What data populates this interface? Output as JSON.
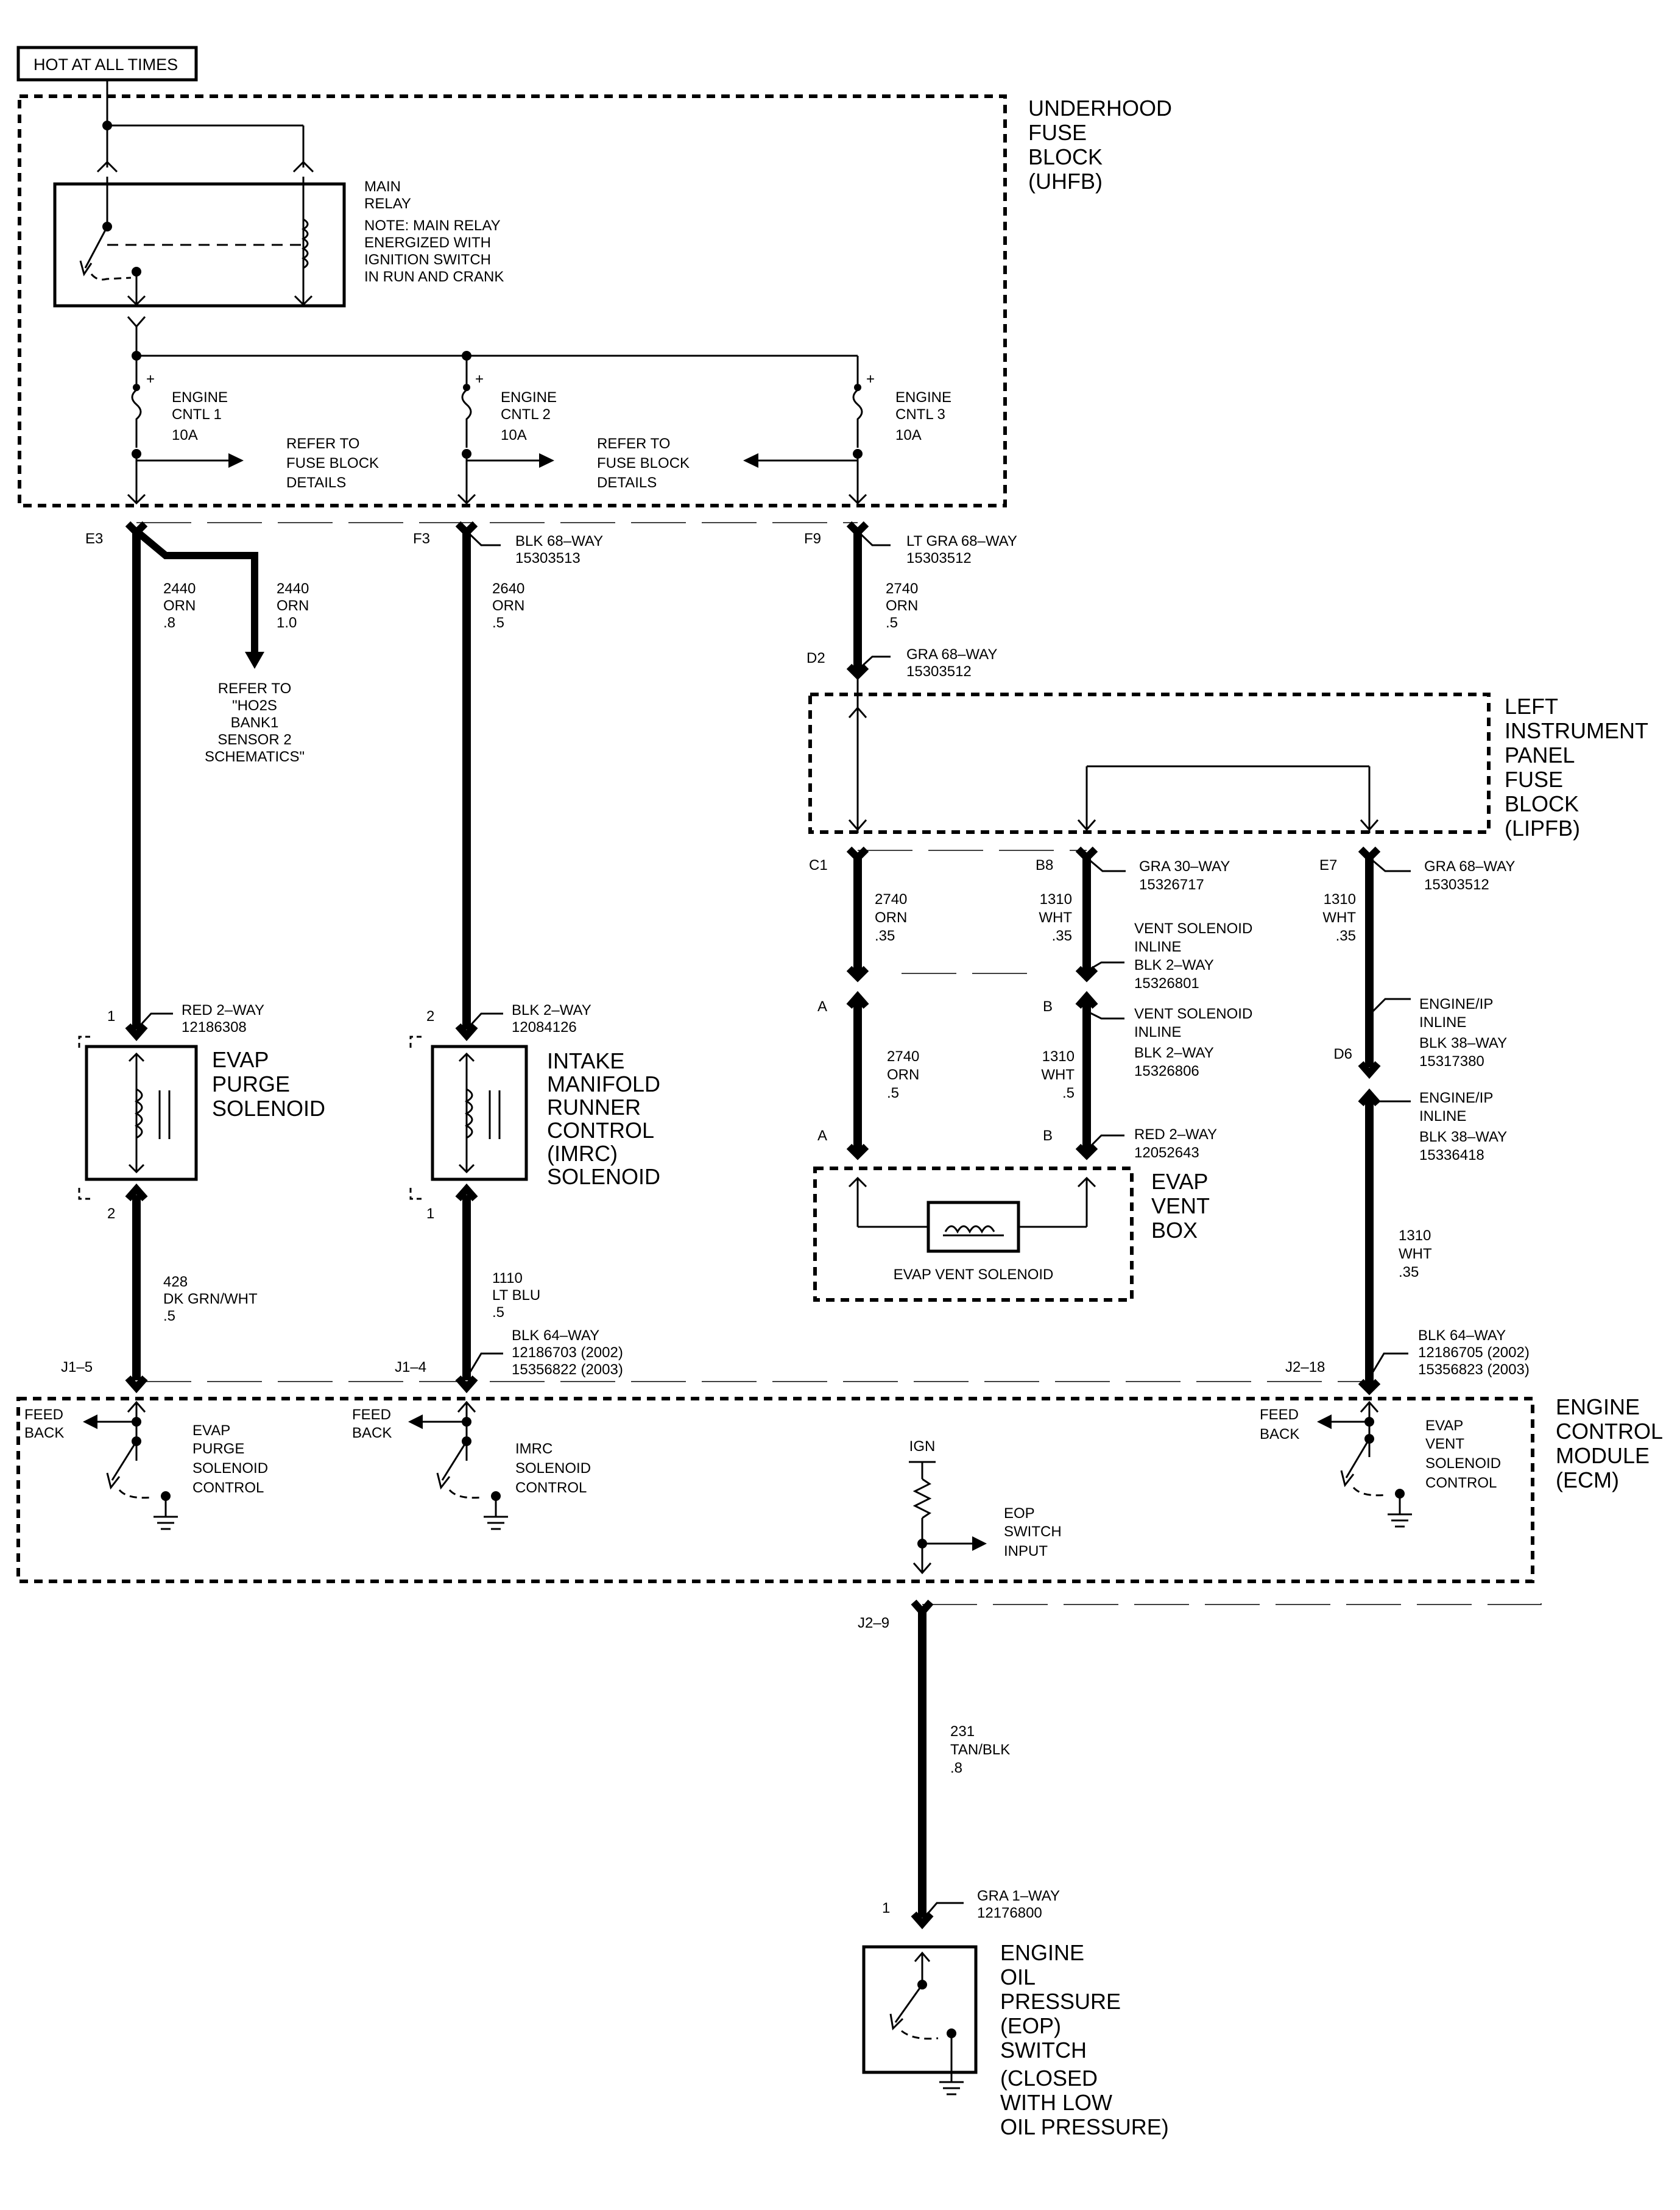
{
  "header": {
    "hot_label": "HOT AT ALL TIMES"
  },
  "uhfb": {
    "title": [
      "UNDERHOOD",
      "FUSE",
      "BLOCK",
      "(UHFB)"
    ],
    "main_relay": [
      "MAIN",
      "RELAY",
      "NOTE: MAIN RELAY",
      "ENERGIZED WITH",
      "IGNITION SWITCH",
      "IN RUN AND CRANK"
    ],
    "fuse1": [
      "ENGINE",
      "CNTL 1",
      "10A"
    ],
    "fuse2": [
      "ENGINE",
      "CNTL 2",
      "10A"
    ],
    "fuse3": [
      "ENGINE",
      "CNTL 3",
      "10A"
    ],
    "refer1": [
      "REFER TO",
      "FUSE BLOCK",
      "DETAILS"
    ],
    "refer2": [
      "REFER TO",
      "FUSE BLOCK",
      "DETAILS"
    ],
    "plus": "+"
  },
  "circuits": {
    "e3": "E3",
    "f3": "F3",
    "f9": "F9",
    "f3_conn": [
      "BLK 68–WAY",
      "15303513"
    ],
    "f9_conn": [
      "LT GRA 68–WAY",
      "15303512"
    ],
    "w2440a": [
      "2440",
      "ORN",
      ".8"
    ],
    "w2440b": [
      "2440",
      "ORN",
      "1.0"
    ],
    "ho2s": [
      "REFER TO",
      "\"HO2S",
      "BANK1",
      "SENSOR 2",
      "SCHEMATICS\""
    ],
    "w2640": [
      "2640",
      "ORN",
      ".5"
    ],
    "w2740a": [
      "2740",
      "ORN",
      ".5"
    ],
    "d2": "D2",
    "d2_conn": [
      "GRA 68–WAY",
      "15303512"
    ]
  },
  "lipfb": {
    "title": [
      "LEFT",
      "INSTRUMENT",
      "PANEL",
      "FUSE",
      "BLOCK",
      "(LIPFB)"
    ],
    "c1": "C1",
    "b8": "B8",
    "e7": "E7",
    "b8_conn": [
      "GRA 30–WAY",
      "15326717"
    ],
    "e7_conn": [
      "GRA 68–WAY",
      "15303512"
    ],
    "w2740b": [
      "2740",
      "ORN",
      ".35"
    ],
    "w1310a": [
      "1310",
      "WHT",
      ".35"
    ],
    "w1310b": [
      "1310",
      "WHT",
      ".35"
    ],
    "vent_inline1": [
      "VENT SOLENOID",
      "INLINE",
      "BLK 2–WAY",
      "15326801"
    ],
    "vent_inline2": [
      "VENT SOLENOID",
      "INLINE",
      "BLK 2–WAY",
      "15326806"
    ],
    "a1": "A",
    "b1": "B",
    "a2": "A",
    "b2": "B",
    "w2740c": [
      "2740",
      "ORN",
      ".5"
    ],
    "w1310c": [
      "1310",
      "WHT",
      ".5"
    ],
    "red2way": [
      "RED 2–WAY",
      "12052643"
    ],
    "evap_vent_box": [
      "EVAP",
      "VENT",
      "BOX"
    ],
    "evap_vent_solenoid": "EVAP VENT SOLENOID",
    "eip_inline1": [
      "ENGINE/IP",
      "INLINE",
      "BLK 38–WAY",
      "15317380"
    ],
    "d6": "D6",
    "eip_inline2": [
      "ENGINE/IP",
      "INLINE",
      "BLK 38–WAY",
      "15336418"
    ],
    "w1310d": [
      "1310",
      "WHT",
      ".35"
    ]
  },
  "solenoids": {
    "purge_pin1": "1",
    "purge_conn": [
      "RED 2–WAY",
      "12186308"
    ],
    "purge_title": [
      "EVAP",
      "PURGE",
      "SOLENOID"
    ],
    "purge_pin2": "2",
    "imrc_pin2": "2",
    "imrc_conn": [
      "BLK 2–WAY",
      "12084126"
    ],
    "imrc_title": [
      "INTAKE",
      "MANIFOLD",
      "RUNNER",
      "CONTROL",
      "(IMRC)",
      "SOLENOID"
    ],
    "imrc_pin1": "1",
    "w428": [
      "428",
      "DK GRN/WHT",
      ".5"
    ],
    "w1110": [
      "1110",
      "LT BLU",
      ".5"
    ]
  },
  "ecm": {
    "title": [
      "ENGINE",
      "CONTROL",
      "MODULE",
      "(ECM)"
    ],
    "j15": "J1–5",
    "j14": "J1–4",
    "j218": "J2–18",
    "j1_conn": [
      "BLK 64–WAY",
      "12186703 (2002)",
      "15356822 (2003)"
    ],
    "j2_conn": [
      "BLK 64–WAY",
      "12186705 (2002)",
      "15356823 (2003)"
    ],
    "feedback1": [
      "FEED",
      "BACK"
    ],
    "feedback2": [
      "FEED",
      "BACK"
    ],
    "feedback3": [
      "FEED",
      "BACK"
    ],
    "purge_ctl": [
      "EVAP",
      "PURGE",
      "SOLENOID",
      "CONTROL"
    ],
    "imrc_ctl": [
      "IMRC",
      "SOLENOID",
      "CONTROL"
    ],
    "vent_ctl": [
      "EVAP",
      "VENT",
      "SOLENOID",
      "CONTROL"
    ],
    "ign": "IGN",
    "eop_input": [
      "EOP",
      "SWITCH",
      "INPUT"
    ],
    "j29": "J2–9"
  },
  "eop": {
    "w231": [
      "231",
      "TAN/BLK",
      ".8"
    ],
    "pin1": "1",
    "conn": [
      "GRA 1–WAY",
      "12176800"
    ],
    "title": [
      "ENGINE",
      "OIL",
      "PRESSURE",
      "(EOP)",
      "SWITCH",
      "(CLOSED",
      "WITH LOW",
      "OIL PRESSURE)"
    ]
  }
}
